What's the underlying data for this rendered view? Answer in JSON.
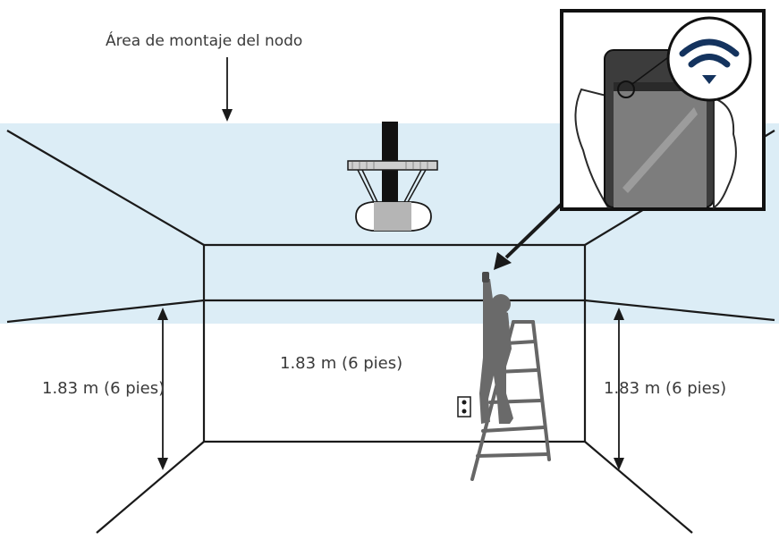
{
  "labels": {
    "mount_area": "Área de montaje del nodo",
    "height_left": "1.83 m (6 pies)",
    "height_center": "1.83 m (6 pies)",
    "height_right": "1.83 m (6 pies)"
  },
  "icons": {
    "wifi": "wifi-signal-icon",
    "phone": "smartphone-icon",
    "opener": "garage-door-opener-icon",
    "person": "person-on-ladder-icon",
    "outlet": "wall-outlet-icon"
  },
  "colors": {
    "mount_zone": "#dcedf6",
    "line": "#1a1a1a",
    "wifi": "#14335e",
    "figure": "#666666"
  }
}
